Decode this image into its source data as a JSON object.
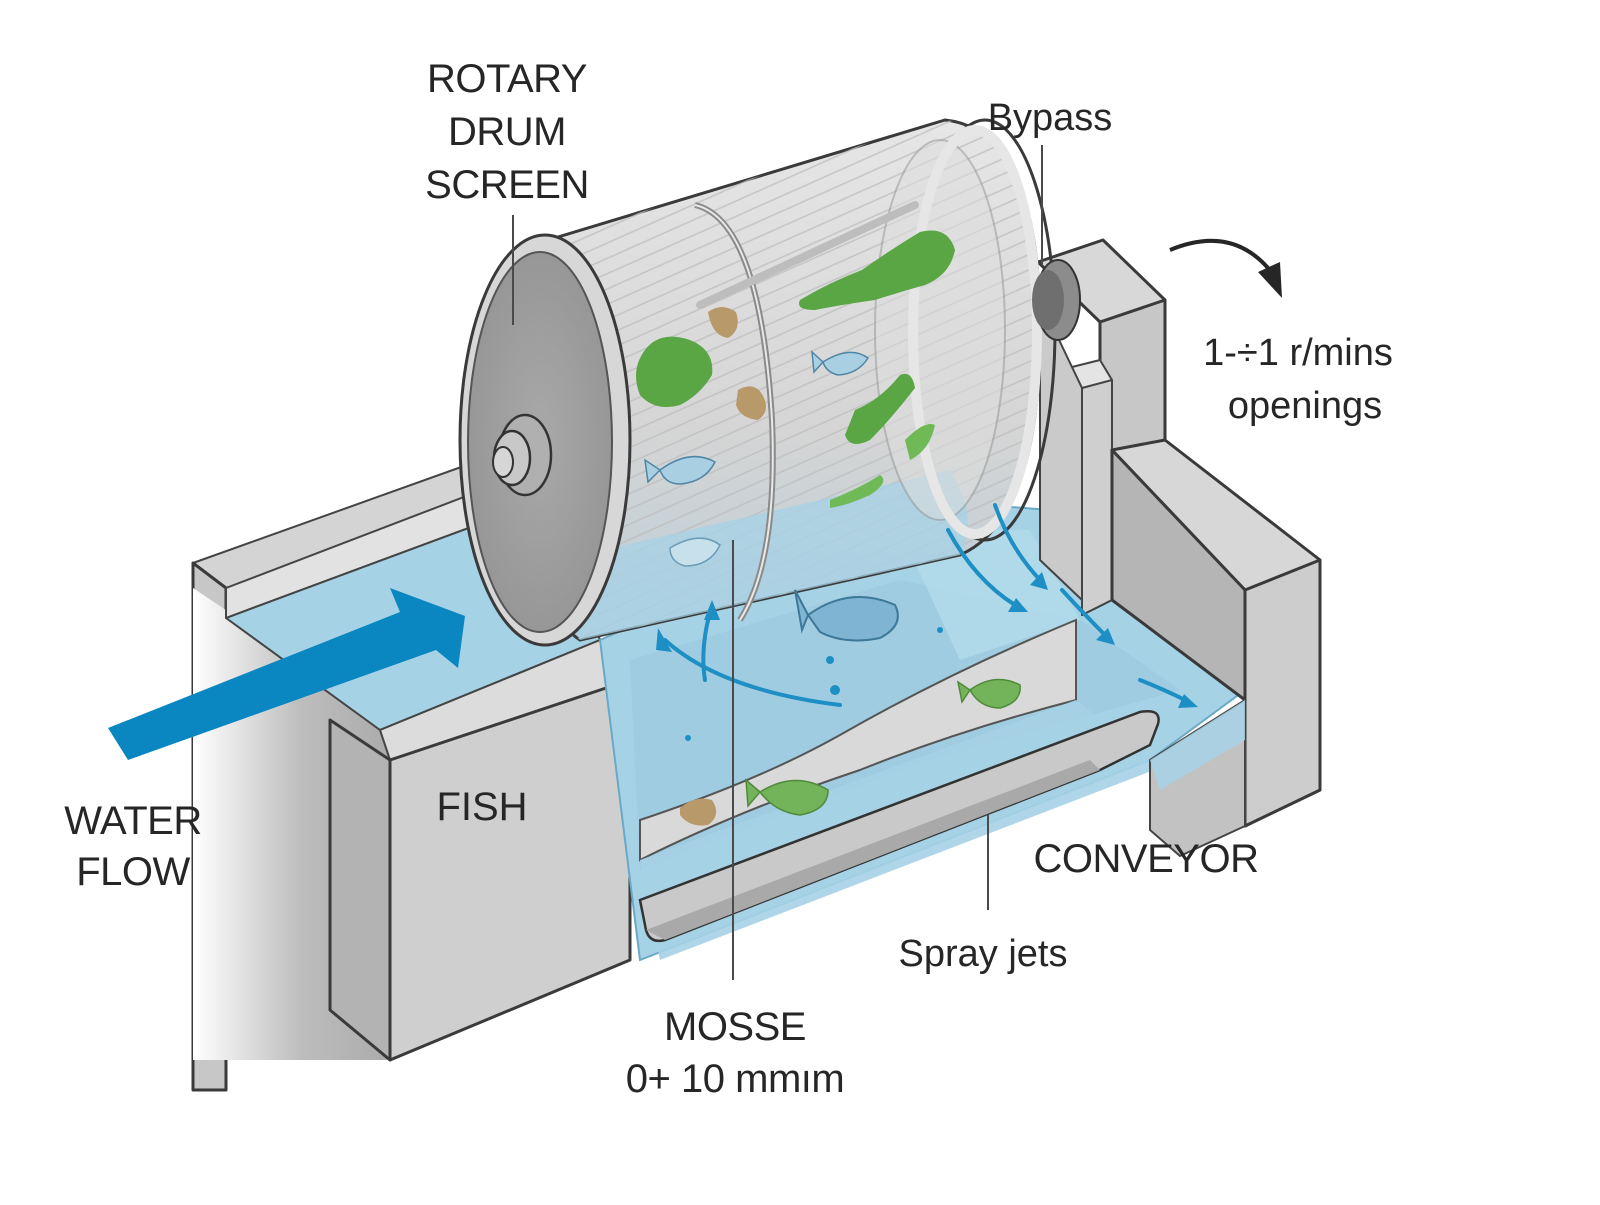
{
  "diagram": {
    "title": "Rotary drum fish screen",
    "labels": {
      "rotary_drum_screen": [
        "ROTARY",
        "DRUM",
        "SCREEN"
      ],
      "bypass": "Bypass",
      "rotation_speed": [
        "1-÷1 r/mins",
        "openings"
      ],
      "water_flow": [
        "WATER",
        "FLOW"
      ],
      "fish": "FISH",
      "conveyor": "CONVEYOR",
      "spray_jets": "Spray jets",
      "mosse": [
        "MOSSE",
        "0+ 10 mmım"
      ]
    },
    "icons": {
      "water_flow_arrow": "arrow-right-icon",
      "rotation_arrow": "curved-arrow-icon"
    },
    "colors": {
      "water": "#a6d2e6",
      "water_dark": "#8ec3dc",
      "flow_arrow": "#0a86c0",
      "concrete_light": "#d9d9d9",
      "concrete_mid": "#c4c4c4",
      "concrete_dark": "#a8a8a8",
      "drum_end": "#a3a3a3",
      "algae": "#5aa544",
      "debris": "#b89a6a",
      "fish_blue": "#7fb5d3",
      "fish_green": "#73b35a"
    }
  }
}
